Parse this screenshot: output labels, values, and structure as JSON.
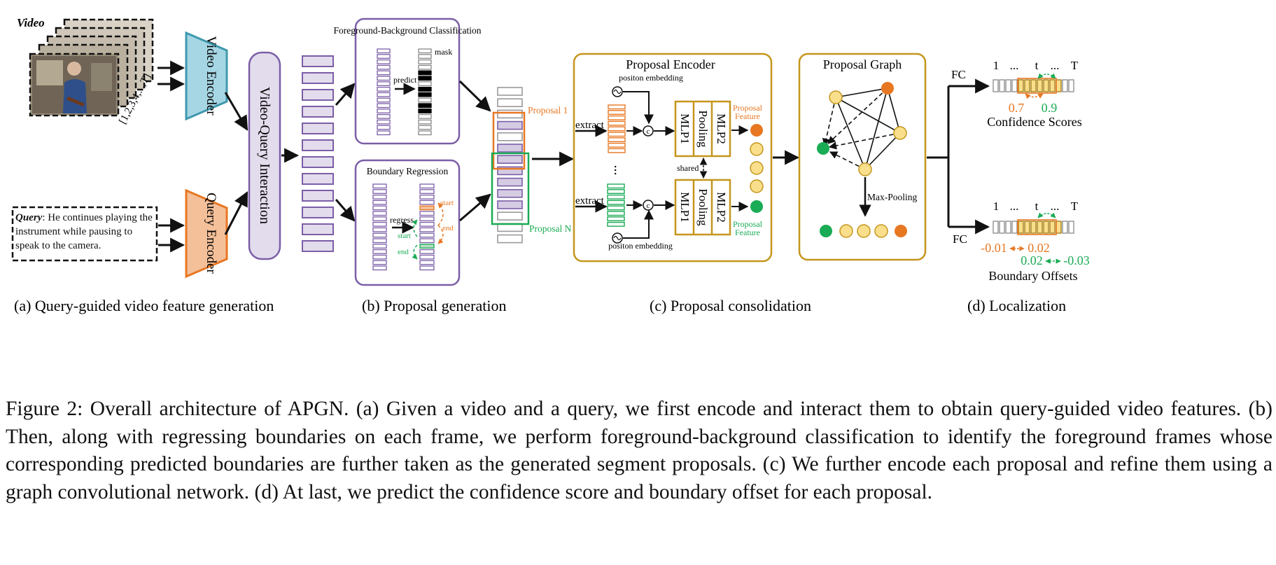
{
  "colors": {
    "purple": "#7b5ea7",
    "purple_fill": "#e3dcec",
    "teal": "#3f98ae",
    "teal_fill": "#a6d6e4",
    "orange": "#e87722",
    "orange_fill": "#f4c09a",
    "green": "#1aab55",
    "gold": "#c5961c",
    "yellow": "#f9df8c"
  },
  "part_a": {
    "video_label": "Video",
    "frames_label": "[1,2,3,4,...,T]",
    "video_encoder": "Video Encoder",
    "query_encoder": "Query Encoder",
    "interaction": "Video-Query Interaction",
    "query_keyword": "Query",
    "query_text": ": He continues playing the instrument while pausing to speak to the camera.",
    "caption": "(a) Query-guided video feature generation"
  },
  "part_b": {
    "fb_title": "Foreground-Background Classification",
    "mask_label": "mask",
    "predict_label": "predict",
    "br_title": "Boundary Regression",
    "regress_label": "regress",
    "start_label": "start",
    "end_label": "end",
    "proposal_1": "Proposal 1",
    "proposal_n": "Proposal N",
    "caption": "(b) Proposal generation"
  },
  "part_c": {
    "encoder_title": "Proposal Encoder",
    "pos_embedding": "positon embedding",
    "extract": "extract",
    "dots": "...",
    "concat": "c",
    "mlp1": "MLP1",
    "pooling": "Pooling",
    "mlp2": "MLP2",
    "shared": "shared",
    "proposal_feature": "Proposal Feature",
    "graph_title": "Proposal Graph",
    "max_pooling": "Max-Pooling",
    "caption": "(c) Proposal consolidation"
  },
  "part_d": {
    "fc": "FC",
    "axis_labels": [
      "1",
      "...",
      "t",
      "...",
      "T"
    ],
    "score_orange": "0.7",
    "score_green": "0.9",
    "confidence_label": "Confidence Scores",
    "offset_orange_1": "-0.01",
    "offset_orange_2": "0.02",
    "offset_green_1": "0.02",
    "offset_green_2": "-0.03",
    "offsets_label": "Boundary Offsets",
    "caption": "(d) Localization"
  },
  "figure_caption": "Figure 2: Overall architecture of APGN. (a) Given a video and a query, we first encode and interact them to obtain query-guided video features. (b) Then, along with regressing boundaries on each frame, we perform foreground-background classification to identify the foreground frames whose corresponding predicted boundaries are further taken as the generated segment proposals. (c) We further encode each proposal and refine them using a graph convolutional network. (d) At last, we predict the confidence score and boundary offset for each proposal."
}
